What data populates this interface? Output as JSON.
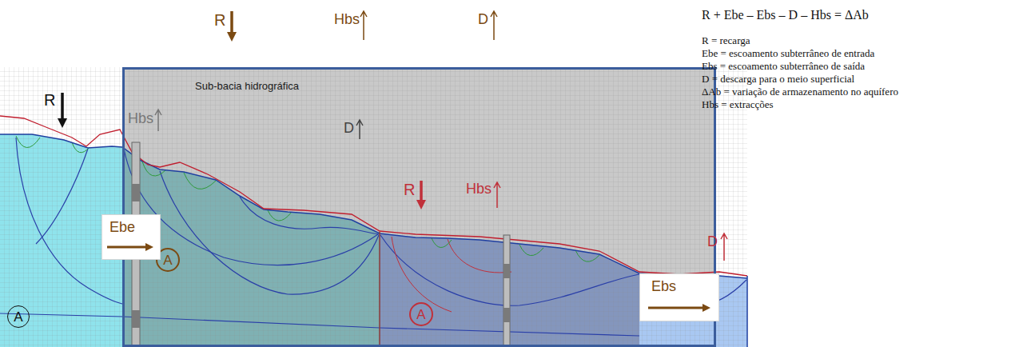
{
  "diagram": {
    "nodes": [
      {
        "text": [
          "Sub-bacia hidrográfica"
        ]
      },
      {
        "text": [
          "Ebe"
        ]
      },
      {
        "text": [
          "A"
        ]
      },
      {
        "text": [
          "A"
        ],
        "in": 0
      },
      {
        "text": [
          "A"
        ],
        "in": 0
      },
      {
        "text": [
          "Ebs"
        ]
      }
    ],
    "labels": [
      "R",
      "Hbs",
      "D",
      "R + Ebe – Ebs – D – Hbs = ΔAb",
      "R = recarga",
      "Ebe = escoamento subterrâneo de entrada",
      "Ebs = escoamento subterrâneo de saída",
      "D = descarga para o meio superficial",
      "ΔAb = variação de armazenamento no aquífero",
      "Hbs = extracções",
      "R",
      "Hbs",
      "D",
      "R",
      "Hbs",
      "D"
    ]
  }
}
